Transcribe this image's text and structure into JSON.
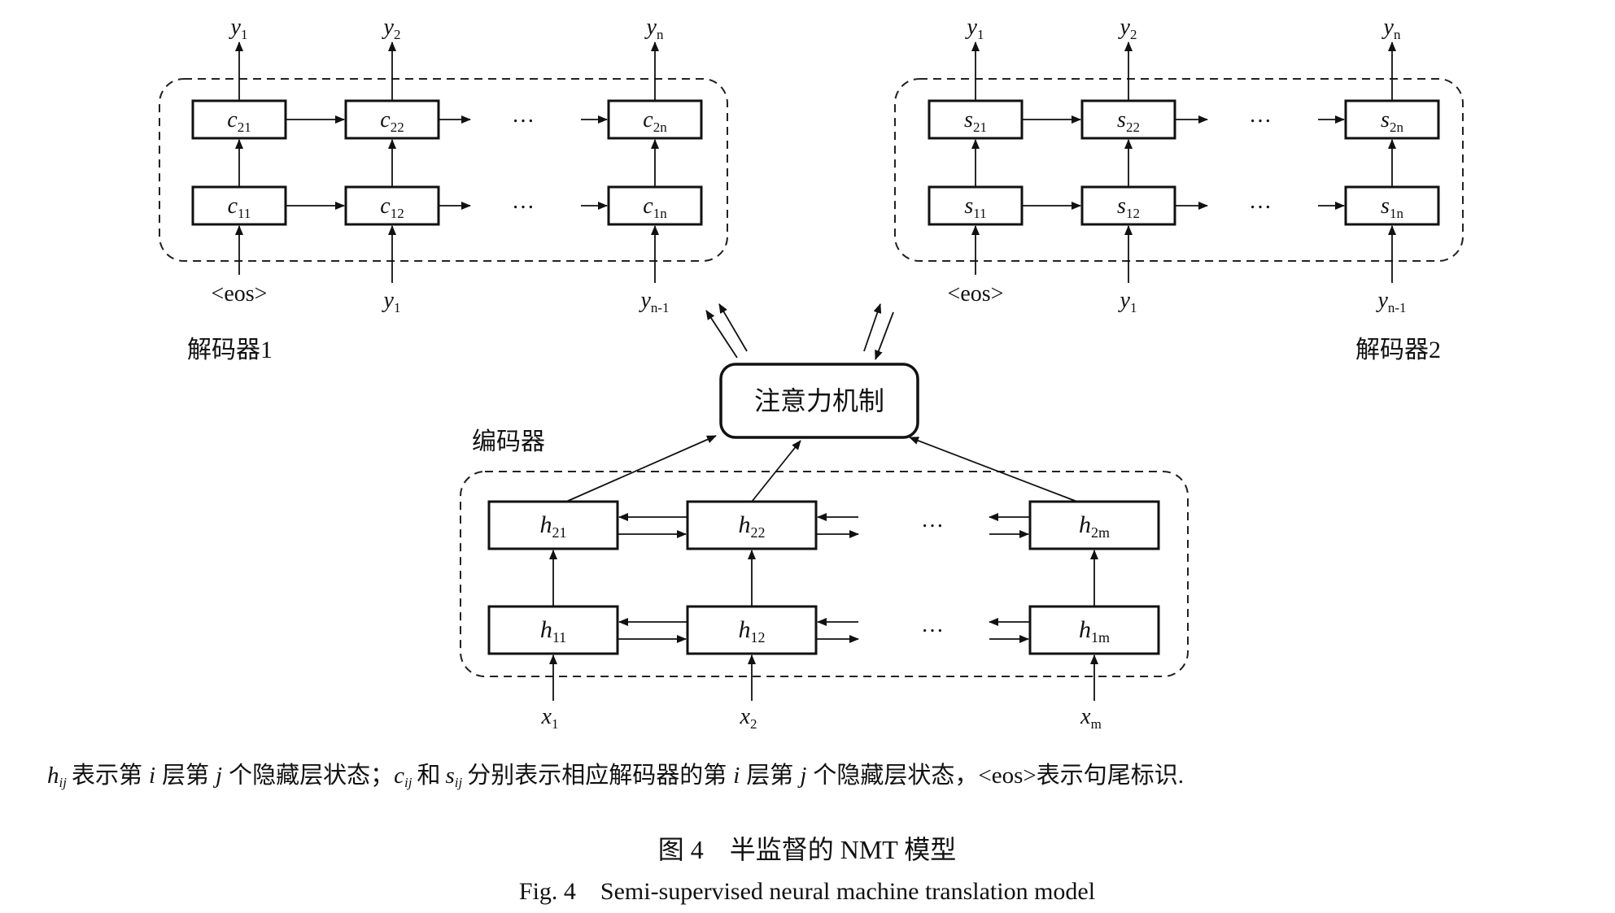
{
  "decoder1": {
    "label": "解码器1",
    "cells": [
      {
        "base": "c",
        "sub": "21"
      },
      {
        "base": "c",
        "sub": "22"
      },
      {
        "base": "c",
        "sub": "2n"
      },
      {
        "base": "c",
        "sub": "11"
      },
      {
        "base": "c",
        "sub": "12"
      },
      {
        "base": "c",
        "sub": "1n"
      }
    ],
    "outputs": [
      {
        "base": "y",
        "sub": "1"
      },
      {
        "base": "y",
        "sub": "2"
      },
      {
        "base": "y",
        "sub": "n"
      }
    ],
    "inputs": [
      {
        "base": "<eos>",
        "sub": ""
      },
      {
        "base": "y",
        "sub": "1"
      },
      {
        "base": "y",
        "sub": "n-1"
      }
    ]
  },
  "decoder2": {
    "label": "解码器2",
    "cells": [
      {
        "base": "s",
        "sub": "21"
      },
      {
        "base": "s",
        "sub": "22"
      },
      {
        "base": "s",
        "sub": "2n"
      },
      {
        "base": "s",
        "sub": "11"
      },
      {
        "base": "s",
        "sub": "12"
      },
      {
        "base": "s",
        "sub": "1n"
      }
    ],
    "outputs": [
      {
        "base": "y",
        "sub": "1"
      },
      {
        "base": "y",
        "sub": "2"
      },
      {
        "base": "y",
        "sub": "n"
      }
    ],
    "inputs": [
      {
        "base": "<eos>",
        "sub": ""
      },
      {
        "base": "y",
        "sub": "1"
      },
      {
        "base": "y",
        "sub": "n-1"
      }
    ]
  },
  "attention": {
    "label": "注意力机制"
  },
  "encoder": {
    "label": "编码器",
    "cells": [
      {
        "base": "h",
        "sub": "21"
      },
      {
        "base": "h",
        "sub": "22"
      },
      {
        "base": "h",
        "sub": "2m"
      },
      {
        "base": "h",
        "sub": "11"
      },
      {
        "base": "h",
        "sub": "12"
      },
      {
        "base": "h",
        "sub": "1m"
      }
    ],
    "inputs": [
      {
        "base": "x",
        "sub": "1"
      },
      {
        "base": "x",
        "sub": "2"
      },
      {
        "base": "x",
        "sub": "m"
      }
    ]
  },
  "ellipsis": "…",
  "note": {
    "h": "h",
    "h_sub": "ij",
    "p1": "表示第",
    "i": "i",
    "p2": "层第",
    "j": "j",
    "p3": "个隐藏层状态；",
    "c": "c",
    "c_sub": "ij",
    "p4": "和",
    "s": "s",
    "s_sub": "ij",
    "p5": "分别表示相应解码器的第",
    "i2": "i",
    "p6": "层第",
    "j2": "j",
    "p7": "个隐藏层状态，<eos>表示句尾标识."
  },
  "caption": {
    "cn": "图 4　半监督的 NMT 模型",
    "en": "Fig. 4　Semi-supervised neural machine translation model"
  }
}
